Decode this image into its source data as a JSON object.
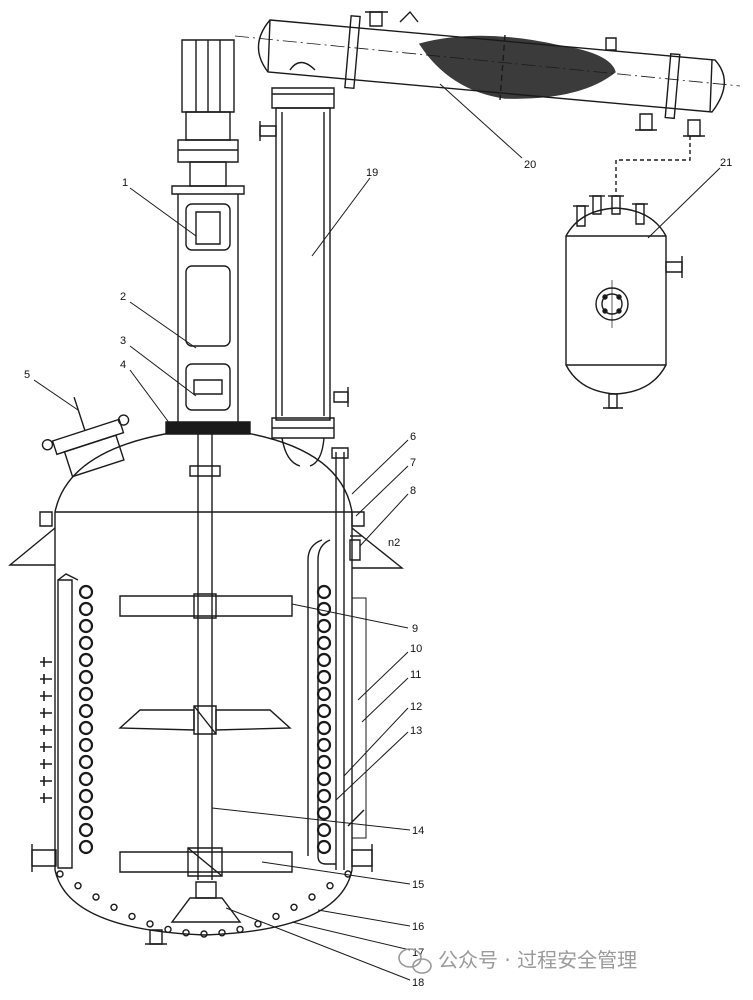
{
  "labels": [
    {
      "id": "1",
      "text": "1"
    },
    {
      "id": "2",
      "text": "2"
    },
    {
      "id": "3",
      "text": "3"
    },
    {
      "id": "4",
      "text": "4"
    },
    {
      "id": "5",
      "text": "5"
    },
    {
      "id": "6",
      "text": "6"
    },
    {
      "id": "7",
      "text": "7"
    },
    {
      "id": "8",
      "text": "8"
    },
    {
      "id": "n2",
      "text": "n2"
    },
    {
      "id": "9",
      "text": "9"
    },
    {
      "id": "10",
      "text": "10"
    },
    {
      "id": "11",
      "text": "11"
    },
    {
      "id": "12",
      "text": "12"
    },
    {
      "id": "13",
      "text": "13"
    },
    {
      "id": "14",
      "text": "14"
    },
    {
      "id": "15",
      "text": "15"
    },
    {
      "id": "16",
      "text": "16"
    },
    {
      "id": "17",
      "text": "17"
    },
    {
      "id": "18",
      "text": "18"
    },
    {
      "id": "19",
      "text": "19"
    },
    {
      "id": "20",
      "text": "20"
    },
    {
      "id": "21",
      "text": "21"
    }
  ],
  "watermark": {
    "text": "公众号 · 过程安全管理",
    "icon": "wechat-icon"
  },
  "colors": {
    "line": "#1a1a1a",
    "watermark": "#9a9a9a"
  }
}
